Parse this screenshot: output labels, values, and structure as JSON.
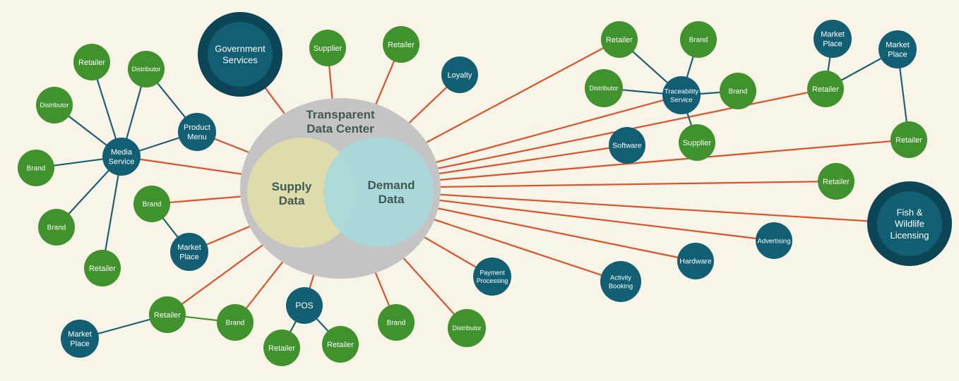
{
  "colors": {
    "background": "#f9f4e8",
    "green_node": "#3f922c",
    "teal_node": "#125f73",
    "dark_teal_ring": "#0b4556",
    "orange_link": "#d9532b",
    "teal_link": "#1f5f73",
    "green_link": "#3f922c",
    "hub_grey": "#c4c4c4",
    "supply_fill": "#dedcab",
    "demand_fill": "#a6d9dc"
  },
  "hub": {
    "title_line1": "Transparent",
    "title_line2": "Data Center",
    "supply_line1": "Supply",
    "supply_line2": "Data",
    "demand_line1": "Demand",
    "demand_line2": "Data"
  },
  "nodes": [
    {
      "id": "gov",
      "lines": [
        "Government",
        "Services"
      ],
      "type": "major"
    },
    {
      "id": "supplier_top",
      "lines": [
        "Supplier"
      ],
      "type": "green"
    },
    {
      "id": "retailer_top",
      "lines": [
        "Retailer"
      ],
      "type": "green"
    },
    {
      "id": "loyalty",
      "lines": [
        "Loyalty"
      ],
      "type": "teal"
    },
    {
      "id": "product_menu",
      "lines": [
        "Product",
        "Menu"
      ],
      "type": "teal"
    },
    {
      "id": "media_service",
      "lines": [
        "Media",
        "Service"
      ],
      "type": "teal"
    },
    {
      "id": "retailer_ms1",
      "lines": [
        "Retailer"
      ],
      "type": "green"
    },
    {
      "id": "distributor_ms1",
      "lines": [
        "Distributor"
      ],
      "type": "green"
    },
    {
      "id": "distributor_ms2",
      "lines": [
        "Distributor"
      ],
      "type": "green"
    },
    {
      "id": "brand_ms1",
      "lines": [
        "Brand"
      ],
      "type": "green"
    },
    {
      "id": "brand_ms2",
      "lines": [
        "Brand"
      ],
      "type": "green"
    },
    {
      "id": "retailer_ms2",
      "lines": [
        "Retailer"
      ],
      "type": "green"
    },
    {
      "id": "brand_mp",
      "lines": [
        "Brand"
      ],
      "type": "green"
    },
    {
      "id": "marketplace_left",
      "lines": [
        "Market",
        "Place"
      ],
      "type": "teal"
    },
    {
      "id": "retailer_bl",
      "lines": [
        "Retailer"
      ],
      "type": "green"
    },
    {
      "id": "marketplace_bl",
      "lines": [
        "Market",
        "Place"
      ],
      "type": "teal"
    },
    {
      "id": "brand_bl",
      "lines": [
        "Brand"
      ],
      "type": "green"
    },
    {
      "id": "pos",
      "lines": [
        "POS"
      ],
      "type": "teal"
    },
    {
      "id": "retailer_pos1",
      "lines": [
        "Retailer"
      ],
      "type": "green"
    },
    {
      "id": "retailer_pos2",
      "lines": [
        "Retailer"
      ],
      "type": "green"
    },
    {
      "id": "brand_bottom",
      "lines": [
        "Brand"
      ],
      "type": "green"
    },
    {
      "id": "distributor_bottom",
      "lines": [
        "Distributor"
      ],
      "type": "green"
    },
    {
      "id": "payment",
      "lines": [
        "Payment",
        "Processing"
      ],
      "type": "teal"
    },
    {
      "id": "activity",
      "lines": [
        "Activity",
        "Booking"
      ],
      "type": "teal"
    },
    {
      "id": "hardware",
      "lines": [
        "Hardware"
      ],
      "type": "teal"
    },
    {
      "id": "advertising",
      "lines": [
        "Advertising"
      ],
      "type": "teal"
    },
    {
      "id": "fish",
      "lines": [
        "Fish &",
        "Wildlife",
        "Licensing"
      ],
      "type": "major"
    },
    {
      "id": "retailer_r1",
      "lines": [
        "Retailer"
      ],
      "type": "green"
    },
    {
      "id": "retailer_r2",
      "lines": [
        "Retailer"
      ],
      "type": "green"
    },
    {
      "id": "software",
      "lines": [
        "Software"
      ],
      "type": "teal"
    },
    {
      "id": "supplier_tr",
      "lines": [
        "Supplier"
      ],
      "type": "green"
    },
    {
      "id": "traceability",
      "lines": [
        "Traceability",
        "Service"
      ],
      "type": "teal"
    },
    {
      "id": "retailer_tr",
      "lines": [
        "Retailer"
      ],
      "type": "green"
    },
    {
      "id": "brand_tr1",
      "lines": [
        "Brand"
      ],
      "type": "green"
    },
    {
      "id": "brand_tr2",
      "lines": [
        "Brand"
      ],
      "type": "green"
    },
    {
      "id": "distributor_tr",
      "lines": [
        "Distributor"
      ],
      "type": "green"
    },
    {
      "id": "retailer_mp",
      "lines": [
        "Retailer"
      ],
      "type": "green"
    },
    {
      "id": "marketplace_tr1",
      "lines": [
        "Market",
        "Place"
      ],
      "type": "teal"
    },
    {
      "id": "marketplace_tr2",
      "lines": [
        "Market",
        "Place"
      ],
      "type": "teal"
    }
  ],
  "links": [
    {
      "from": "hub",
      "to": "gov",
      "style": "orange"
    },
    {
      "from": "hub",
      "to": "supplier_top",
      "style": "orange"
    },
    {
      "from": "hub",
      "to": "retailer_top",
      "style": "orange"
    },
    {
      "from": "hub",
      "to": "loyalty",
      "style": "orange"
    },
    {
      "from": "hub",
      "to": "product_menu",
      "style": "orange"
    },
    {
      "from": "hub",
      "to": "media_service",
      "style": "orange"
    },
    {
      "from": "hub",
      "to": "brand_mp",
      "style": "orange"
    },
    {
      "from": "hub",
      "to": "marketplace_left",
      "style": "orange"
    },
    {
      "from": "hub",
      "to": "retailer_bl",
      "style": "orange"
    },
    {
      "from": "hub",
      "to": "brand_bl",
      "style": "orange"
    },
    {
      "from": "hub",
      "to": "pos",
      "style": "orange"
    },
    {
      "from": "hub",
      "to": "brand_bottom",
      "style": "orange"
    },
    {
      "from": "hub",
      "to": "distributor_bottom",
      "style": "orange"
    },
    {
      "from": "hub",
      "to": "payment",
      "style": "orange"
    },
    {
      "from": "hub",
      "to": "activity",
      "style": "orange"
    },
    {
      "from": "hub",
      "to": "hardware",
      "style": "orange"
    },
    {
      "from": "hub",
      "to": "advertising",
      "style": "orange"
    },
    {
      "from": "hub",
      "to": "fish",
      "style": "orange"
    },
    {
      "from": "hub",
      "to": "retailer_r1",
      "style": "orange"
    },
    {
      "from": "hub",
      "to": "retailer_r2",
      "style": "orange"
    },
    {
      "from": "hub",
      "to": "software",
      "style": "orange"
    },
    {
      "from": "hub",
      "to": "traceability",
      "style": "orange"
    },
    {
      "from": "hub",
      "to": "retailer_tr",
      "style": "orange"
    },
    {
      "from": "hub",
      "to": "retailer_mp",
      "style": "orange"
    },
    {
      "from": "media_service",
      "to": "product_menu",
      "style": "teal"
    },
    {
      "from": "media_service",
      "to": "retailer_ms1",
      "style": "teal"
    },
    {
      "from": "media_service",
      "to": "distributor_ms1",
      "style": "teal"
    },
    {
      "from": "media_service",
      "to": "distributor_ms2",
      "style": "teal"
    },
    {
      "from": "media_service",
      "to": "brand_ms1",
      "style": "teal"
    },
    {
      "from": "media_service",
      "to": "brand_ms2",
      "style": "teal"
    },
    {
      "from": "media_service",
      "to": "retailer_ms2",
      "style": "teal"
    },
    {
      "from": "distributor_ms1",
      "to": "product_menu",
      "style": "teal"
    },
    {
      "from": "brand_mp",
      "to": "marketplace_left",
      "style": "teal"
    },
    {
      "from": "retailer_bl",
      "to": "marketplace_bl",
      "style": "teal"
    },
    {
      "from": "retailer_bl",
      "to": "brand_bl",
      "style": "green"
    },
    {
      "from": "pos",
      "to": "retailer_pos1",
      "style": "teal"
    },
    {
      "from": "pos",
      "to": "retailer_pos2",
      "style": "teal"
    },
    {
      "from": "traceability",
      "to": "retailer_tr",
      "style": "teal"
    },
    {
      "from": "traceability",
      "to": "brand_tr1",
      "style": "teal"
    },
    {
      "from": "traceability",
      "to": "brand_tr2",
      "style": "teal"
    },
    {
      "from": "traceability",
      "to": "distributor_tr",
      "style": "teal"
    },
    {
      "from": "traceability",
      "to": "supplier_tr",
      "style": "teal"
    },
    {
      "from": "retailer_mp",
      "to": "marketplace_tr1",
      "style": "teal"
    },
    {
      "from": "retailer_mp",
      "to": "marketplace_tr2",
      "style": "teal"
    },
    {
      "from": "marketplace_tr2",
      "to": "retailer_r1",
      "style": "teal"
    }
  ]
}
